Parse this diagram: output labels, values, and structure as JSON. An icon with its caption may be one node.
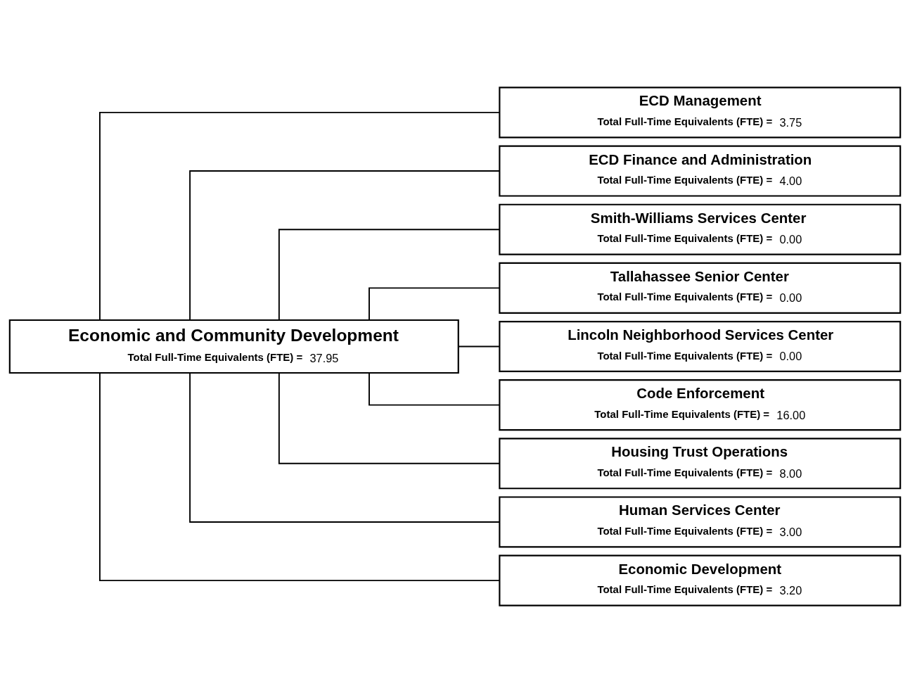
{
  "diagram": {
    "nodes": [
      {
        "text": [
          "Economic and Community Development",
          "Total Full-Time Equivalents (FTE) =",
          "37.95"
        ]
      },
      {
        "text": [
          "ECD Management",
          "Total Full-Time Equivalents (FTE) =",
          "3.75"
        ]
      },
      {
        "text": [
          "ECD Finance and Administration",
          "Total Full-Time Equivalents (FTE) =",
          "4.00"
        ]
      },
      {
        "text": [
          "Smith-Williams Services Center",
          "Total Full-Time Equivalents (FTE) =",
          "0.00"
        ]
      },
      {
        "text": [
          "Tallahassee Senior Center",
          "Total Full-Time Equivalents (FTE) =",
          "0.00"
        ]
      },
      {
        "text": [
          "Lincoln Neighborhood Services Center",
          "Total Full-Time Equivalents (FTE) =",
          "0.00"
        ]
      },
      {
        "text": [
          "Code Enforcement",
          "Total Full-Time Equivalents (FTE) =",
          "16.00"
        ]
      },
      {
        "text": [
          "Housing Trust Operations",
          "Total Full-Time Equivalents (FTE) =",
          "8.00"
        ]
      },
      {
        "text": [
          "Human Services Center",
          "Total Full-Time Equivalents (FTE) =",
          "3.00"
        ]
      },
      {
        "text": [
          "Economic Development",
          "Total Full-Time Equivalents (FTE) =",
          "3.20"
        ]
      }
    ],
    "edges": [
      {
        "from": 0,
        "to": 1,
        "arrow": "none"
      },
      {
        "from": 0,
        "to": 2,
        "arrow": "none"
      },
      {
        "from": 0,
        "to": 3,
        "arrow": "none"
      },
      {
        "from": 0,
        "to": 4,
        "arrow": "none"
      },
      {
        "from": 0,
        "to": 5,
        "arrow": "none"
      },
      {
        "from": 0,
        "to": 6,
        "arrow": "none"
      },
      {
        "from": 0,
        "to": 7,
        "arrow": "none"
      },
      {
        "from": 0,
        "to": 8,
        "arrow": "none"
      },
      {
        "from": 0,
        "to": 9,
        "arrow": "none"
      }
    ]
  }
}
